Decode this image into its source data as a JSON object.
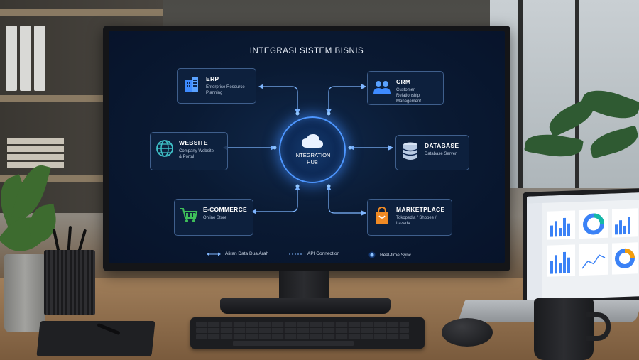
{
  "screen": {
    "title": "INTEGRASI SISTEM BISNIS",
    "hub": {
      "label_line1": "INTEGRATION",
      "label_line2": "HUB",
      "icon": "cloud-icon"
    },
    "nodes": {
      "erp": {
        "title": "ERP",
        "desc1": "Enterprise Resource",
        "desc2": "Planning",
        "icon": "building-icon"
      },
      "crm": {
        "title": "CRM",
        "desc1": "Customer Relationship",
        "desc2": "Management",
        "icon": "users-icon"
      },
      "website": {
        "title": "WEBSITE",
        "desc1": "Company Website",
        "desc2": "& Portal",
        "icon": "globe-icon"
      },
      "database": {
        "title": "DATABASE",
        "desc1": "Database Server",
        "desc2": "",
        "icon": "database-icon"
      },
      "ecommerce": {
        "title": "E-COMMERCE",
        "desc1": "Online Store",
        "desc2": "",
        "icon": "cart-icon"
      },
      "marketplace": {
        "title": "MARKETPLACE",
        "desc1": "Tokopedia / Shopee /",
        "desc2": "Lazada",
        "icon": "shopping-bag-icon"
      }
    },
    "legend": {
      "two_way": "Aliran Data Dua Arah",
      "api": "API Connection",
      "realtime": "Real-time Sync"
    },
    "colors": {
      "accent": "#4d96ff",
      "connector": "#7fb6ff",
      "cart": "#3fbf5a",
      "bag": "#f08a24"
    }
  }
}
